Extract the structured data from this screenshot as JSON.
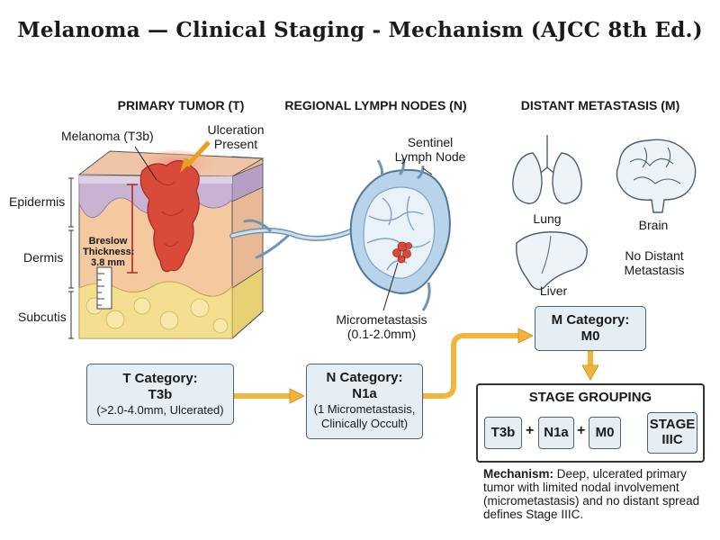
{
  "title": "Melanoma — Clinical Staging - Mechanism (AJCC 8th Ed.)",
  "columns": {
    "tumor": "PRIMARY TUMOR (T)",
    "nodes": "REGIONAL LYMPH NODES (N)",
    "metastasis": "DISTANT METASTASIS (M)"
  },
  "tumor_panel": {
    "melanoma_label": "Melanoma (T3b)",
    "ulceration_line1": "Ulceration",
    "ulceration_line2": "Present",
    "layers": [
      "Epidermis",
      "Dermis",
      "Subcutis"
    ],
    "breslow_line1": "Breslow",
    "breslow_line2": "Thickness:",
    "breslow_value": "3.8 mm"
  },
  "node_panel": {
    "sentinel_line1": "Sentinel",
    "sentinel_line2": "Lymph Node",
    "micro_line1": "Micrometastasis",
    "micro_line2": "(0.1-2.0mm)"
  },
  "meta_panel": {
    "lung": "Lung",
    "brain": "Brain",
    "liver": "Liver",
    "none_line1": "No Distant",
    "none_line2": "Metastasis"
  },
  "t_box": {
    "heading": "T Category:",
    "value": "T3b",
    "detail": "(>2.0-4.0mm, Ulcerated)"
  },
  "n_box": {
    "heading": "N Category:",
    "value": "N1a",
    "detail1": "(1 Micrometastasis,",
    "detail2": "Clinically Occult)"
  },
  "m_box": {
    "heading": "M Category:",
    "value": "M0"
  },
  "stage": {
    "heading": "STAGE GROUPING",
    "t": "T3b",
    "n": "N1a",
    "m": "M0",
    "plus": "+",
    "result_line1": "STAGE",
    "result_line2": "IIIC"
  },
  "mechanism": {
    "label": "Mechanism:",
    "text": "Deep, ulcerated primary tumor with limited nodal involvement (micrometastasis) and no distant spread defines Stage IIIC."
  },
  "colors": {
    "tumor": "#d94a3a",
    "arrow": "#f2b43a",
    "box_fill": "#e6eef3",
    "skin": "#f4c9a0",
    "epidermis": "#c9b3d3",
    "subcutis": "#f3df8f",
    "node": "#b9d3ea"
  }
}
